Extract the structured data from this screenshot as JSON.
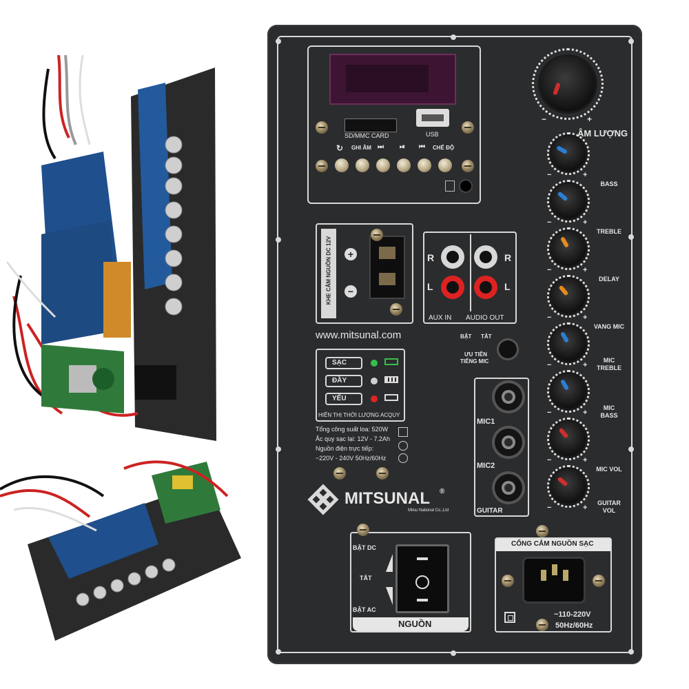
{
  "panel": {
    "brand": "MITSUNAL",
    "reg": "®",
    "brand_sub": "Mitsu National Co.,Ltd",
    "website": "www.mitsunal.com",
    "colors": {
      "panel": "#2b2c2e",
      "frame": "#d9d9d9",
      "display": "#4a1e3a",
      "knob_red": "#d12d2d",
      "knob_blue": "#2a7fd4",
      "knob_orange": "#e58a1f"
    }
  },
  "player": {
    "sd_label": "SD/MMC CARD",
    "usb_label": "USB",
    "buttons": [
      "GHI ÂM",
      "⏭",
      "⏯",
      "⏮",
      "CHẾ ĐỘ"
    ],
    "repeat_icon": "repeat-icon"
  },
  "power_dc": {
    "label": "KHE CẮM NGUỒN DC 12V",
    "plus": "+",
    "minus": "−"
  },
  "audio": {
    "r": "R",
    "l": "L",
    "aux_in": "AUX IN",
    "audio_out": "AUDIO OUT"
  },
  "priority": {
    "on": "BẬT",
    "off": "TẮT",
    "label1": "ƯU TIÊN",
    "label2": "TIẾNG MIC"
  },
  "battery": {
    "rows": [
      {
        "label": "SẠC",
        "led": "#36c04a"
      },
      {
        "label": "ĐẦY",
        "led": "#cfcfcf"
      },
      {
        "label": "YẾU",
        "led": "#e02424"
      }
    ],
    "caption": "HIỂN THỊ THỜI LƯỢNG ACQUY"
  },
  "specs": {
    "line1": "Tổng công suất loa: 520W",
    "line2": "Ắc quy sạc lại: 12V - 7.2Ah",
    "line3": "Nguồn điện trực tiếp:",
    "line4": "~220V - 240V 50Hz/60Hz"
  },
  "mic": {
    "mic1": "MIC1",
    "mic2": "MIC2",
    "guitar": "GUITAR"
  },
  "switch": {
    "on_dc": "BẬT DC",
    "off": "TẮT",
    "on_ac": "BẬT AC",
    "caption": "NGUỒN"
  },
  "ac_socket": {
    "title": "CỔNG CẮM NGUỒN SẠC",
    "voltage": "~110-220V",
    "freq": "50Hz/60Hz"
  },
  "volume": {
    "label": "ÂM LƯỢNG",
    "minus": "−",
    "plus": "+"
  },
  "knobs": [
    {
      "label": "BASS",
      "color": "#2a7fd4"
    },
    {
      "label": "TREBLE",
      "color": "#2a7fd4"
    },
    {
      "label": "DELAY",
      "color": "#e58a1f"
    },
    {
      "label": "VANG MIC",
      "color": "#e58a1f"
    },
    {
      "label": "MIC\nTREBLE",
      "color": "#2a7fd4"
    },
    {
      "label": "MIC\nBASS",
      "color": "#2a7fd4"
    },
    {
      "label": "MIC VOL",
      "color": "#d12d2d"
    },
    {
      "label": "GUITAR\nVOL",
      "color": "#d12d2d"
    }
  ]
}
